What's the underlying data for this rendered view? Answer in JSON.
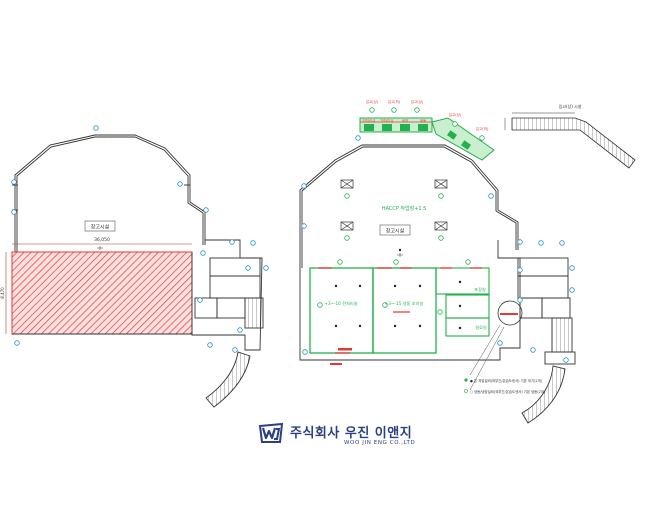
{
  "left_plan": {
    "room_label": "창고시설",
    "dimension_width": "36,050",
    "dimension_height": "8,470"
  },
  "right_plan": {
    "room_label": "창고시설",
    "haccp_label": "HACCP 작업장+1.5",
    "room_a_label": "+3~-10 전처리실",
    "room_b_label": "+3~-15 냉동 조리실",
    "small_room_1": "포장실",
    "small_room_2": "원료실",
    "top_tags": [
      "입고(상)",
      "입고(하)",
      "입고(상)",
      "입고(상)",
      "입고(하)"
    ],
    "top_panels": [
      "전처리실",
      "전처리실",
      "냉장",
      "냉동"
    ],
    "legend": [
      "● 온·저압설비(외부간/온습도센서)  기본 외기(2개)",
      "○ 냉동/냉장설비(외부간/온습도센서)  기본 냉동(2개)"
    ]
  },
  "stair_plan": {
    "label": "입고(상) 시설"
  },
  "logo": {
    "company_ko": "주식회사 우진 이앤지",
    "company_en": "WOO JIN ENG CO.,LTD"
  },
  "colors": {
    "line": "#333333",
    "hatch": "#e53935",
    "green": "#22b14c",
    "blue_tag": "#3aa0c8",
    "brand": "#2b3f86"
  }
}
